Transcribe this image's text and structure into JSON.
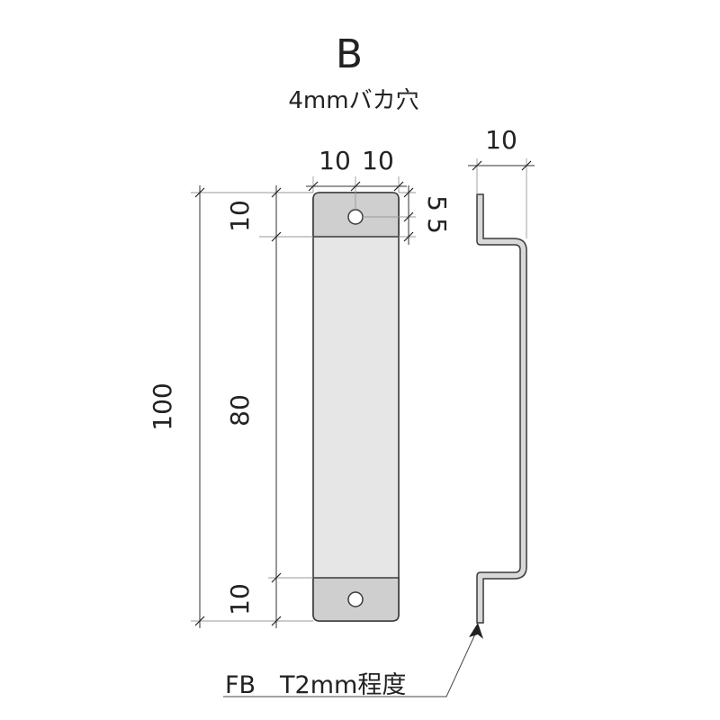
{
  "title": "B",
  "hole_note": "4mmバカ穴",
  "dims": {
    "top_left": "10",
    "top_right": "10",
    "hole_offset_a": "5",
    "hole_offset_b": "5",
    "end_top": "10",
    "middle": "80",
    "end_bottom": "10",
    "total": "100",
    "bend_offset": "10"
  },
  "material_note": "FB　T2mm程度",
  "colors": {
    "plate_body": "#e6e6e6",
    "plate_ends": "#cfcfcf",
    "outline": "#3a3a3a",
    "text": "#222222"
  }
}
